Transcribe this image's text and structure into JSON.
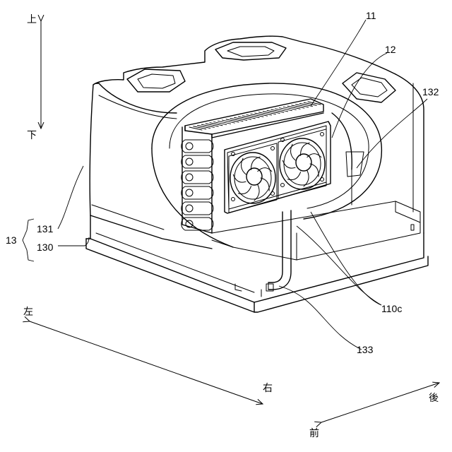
{
  "labels": {
    "up": "上",
    "down": "下",
    "left": "左",
    "right": "右",
    "rear": "後",
    "front": "前",
    "r11": "11",
    "r12": "12",
    "r132": "132",
    "r131": "131",
    "r13": "13",
    "r130": "130",
    "r110c": "110c",
    "r133": "133"
  }
}
